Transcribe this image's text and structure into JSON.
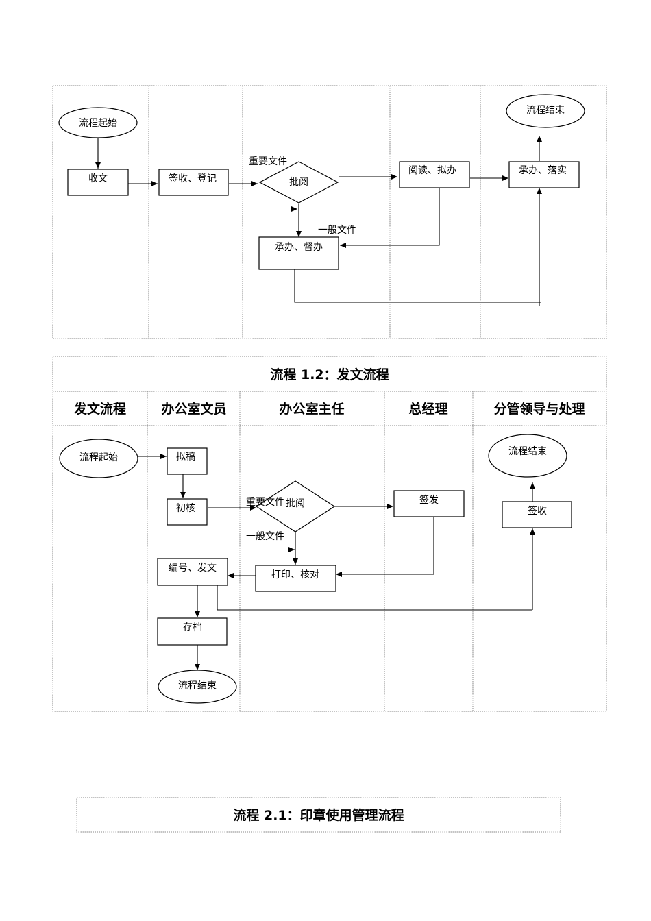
{
  "flow1": {
    "nodes": {
      "start": "流程起始",
      "receive": "收文",
      "sign_register": "签收、登记",
      "review": "批阅",
      "read_draft": "阅读、拟办",
      "undertake_implement": "承办、落实",
      "end": "流程结束",
      "undertake_supervise": "承办、督办"
    },
    "labels": {
      "important": "重要文件",
      "general": "一般文件"
    }
  },
  "flow2": {
    "title": "流程 1.2：发文流程",
    "lanes": [
      "发文流程",
      "办公室文员",
      "办公室主任",
      "总经理",
      "分管领导与处理"
    ],
    "nodes": {
      "start": "流程起始",
      "draft": "拟稿",
      "check": "初核",
      "review": "批阅",
      "issue_sign": "签发",
      "print_check": "打印、核对",
      "number_issue": "编号、发文",
      "archive": "存档",
      "end_left": "流程结束",
      "end_right": "流程结束",
      "receipt": "签收"
    },
    "labels": {
      "important": "重要文件",
      "general": "一般文件"
    }
  },
  "flow3": {
    "title": "流程 2.1：印章使用管理流程"
  }
}
